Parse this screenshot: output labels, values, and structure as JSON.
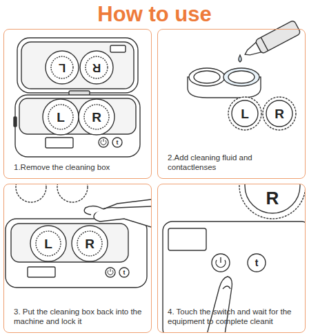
{
  "diagram": {
    "title": "How to use",
    "nodes": [
      {
        "text": [
          "1.Remove the cleaning box"
        ]
      },
      {
        "text": [
          "2.Add cleaning fluid and contactlenses"
        ]
      },
      {
        "text": [
          "3. Put the cleaning box back into the machine and lock it"
        ]
      },
      {
        "text": [
          "4. Touch the switch and wait for the equipment to complete cleanit"
        ]
      }
    ],
    "labels": [
      "L",
      "R",
      "L",
      "R",
      "t",
      "L",
      "R",
      "L",
      "R",
      "t",
      "R",
      "t"
    ]
  }
}
